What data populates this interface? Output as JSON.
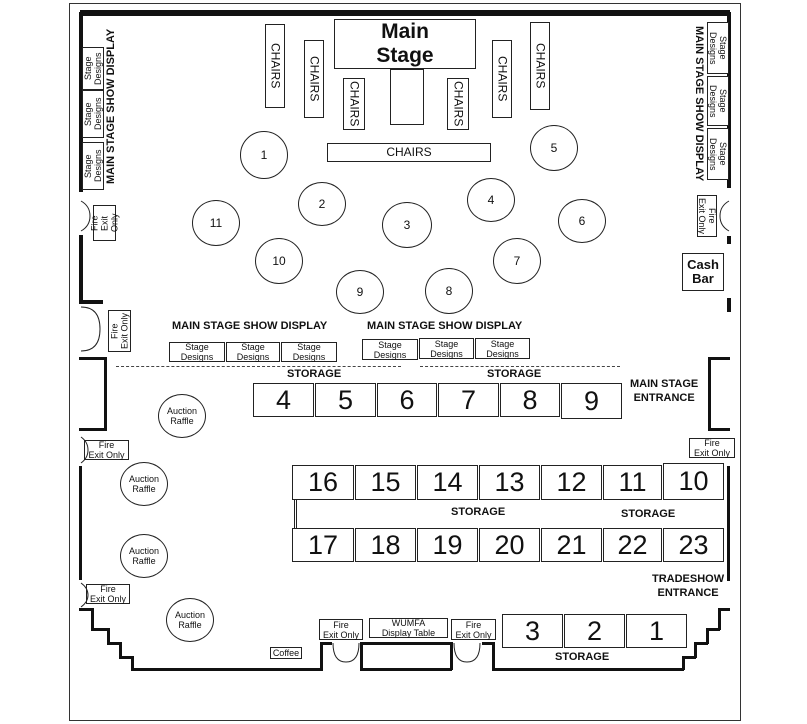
{
  "stage": {
    "main_stage": "Main\nStage",
    "chairs": [
      "CHAIRS",
      "CHAIRS",
      "CHAIRS",
      "CHAIRS",
      "CHAIRS",
      "CHAIRS",
      "CHAIRS"
    ]
  },
  "tables": [
    "1",
    "2",
    "3",
    "4",
    "5",
    "6",
    "7",
    "8",
    "9",
    "10",
    "11"
  ],
  "displays": {
    "show_display": "MAIN STAGE SHOW DISPLAY",
    "stage_designs": "Stage\nDesigns"
  },
  "booths": {
    "row_a": [
      "4",
      "5",
      "6",
      "7",
      "8",
      "9"
    ],
    "row_b": [
      "16",
      "15",
      "14",
      "13",
      "12",
      "11",
      "10"
    ],
    "row_c": [
      "17",
      "18",
      "19",
      "20",
      "21",
      "22",
      "23"
    ],
    "row_d": [
      "3",
      "2",
      "1"
    ]
  },
  "labels": {
    "storage": "STORAGE",
    "main_entrance": "MAIN STAGE\nENTRANCE",
    "tradeshow_entrance": "TRADESHOW\nENTRANCE",
    "fire_exit": "Fire\nExit Only",
    "cash_bar": "Cash\nBar",
    "auction": "Auction\nRaffle",
    "wumfa": "WUMFA\nDisplay Table",
    "coffee": "Coffee"
  }
}
